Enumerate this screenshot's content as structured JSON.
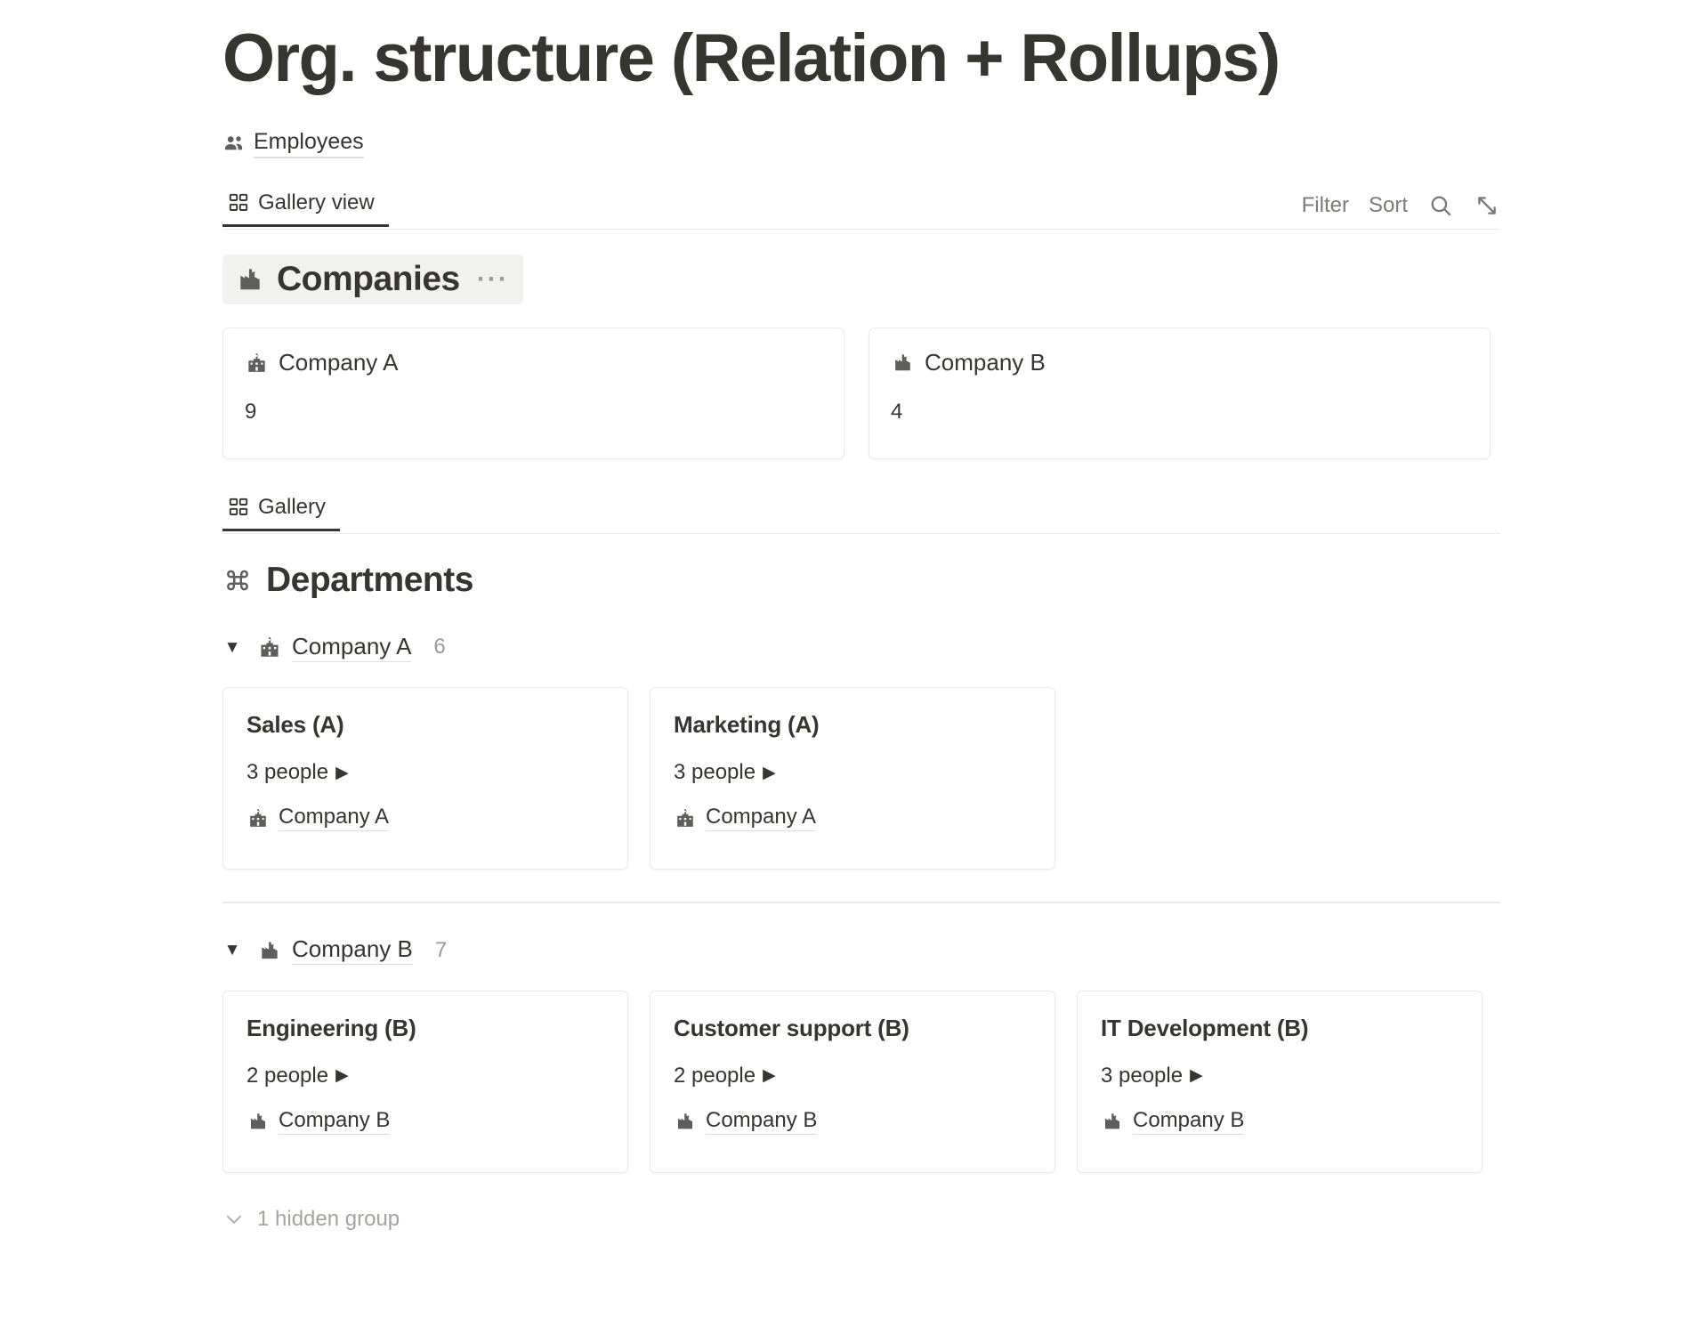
{
  "page": {
    "title": "Org. structure (Relation + Rollups)"
  },
  "breadcrumb": {
    "icon": "people-group-icon",
    "label": "Employees"
  },
  "toolbar": {
    "tabs": [
      {
        "label": "Gallery view",
        "icon": "gallery-grid-icon",
        "active": true
      }
    ],
    "filter_label": "Filter",
    "sort_label": "Sort",
    "search_icon": "search-icon",
    "expand_icon": "expand-diagonal-icon"
  },
  "companies_section": {
    "heading": "Companies",
    "heading_icon": "factory-icon",
    "more_dots": "···",
    "cards": [
      {
        "icon": "school-building-icon",
        "name": "Company A",
        "value": "9"
      },
      {
        "icon": "factory-icon",
        "name": "Company B",
        "value": "4"
      }
    ]
  },
  "gallery_tab": {
    "label": "Gallery",
    "icon": "gallery-grid-icon",
    "active": true
  },
  "departments_section": {
    "heading": "Departments",
    "heading_icon": "command-icon",
    "groups": [
      {
        "caret": "▼",
        "icon": "school-building-icon",
        "label": "Company A",
        "count": "6",
        "cards": [
          {
            "name": "Sales (A)",
            "people": "3 people",
            "relation_arrow": "▶",
            "relation_icon": "school-building-icon",
            "relation_label": "Company A"
          },
          {
            "name": "Marketing (A)",
            "people": "3 people",
            "relation_arrow": "▶",
            "relation_icon": "school-building-icon",
            "relation_label": "Company A"
          }
        ]
      },
      {
        "caret": "▼",
        "icon": "factory-icon",
        "label": "Company B",
        "count": "7",
        "cards": [
          {
            "name": "Engineering (B)",
            "people": "2 people",
            "relation_arrow": "▶",
            "relation_icon": "factory-icon",
            "relation_label": "Company B"
          },
          {
            "name": "Customer support (B)",
            "people": "2 people",
            "relation_arrow": "▶",
            "relation_icon": "factory-icon",
            "relation_label": "Company B"
          },
          {
            "name": "IT Development (B)",
            "people": "3 people",
            "relation_arrow": "▶",
            "relation_icon": "factory-icon",
            "relation_label": "Company B"
          }
        ]
      }
    ],
    "hidden_group": {
      "icon": "chevron-down-icon",
      "label": "1 hidden group"
    }
  },
  "colors": {
    "text": "#37352f",
    "muted": "#9b9a97",
    "border": "#eceae7",
    "highlight": "#f1f1ef"
  }
}
